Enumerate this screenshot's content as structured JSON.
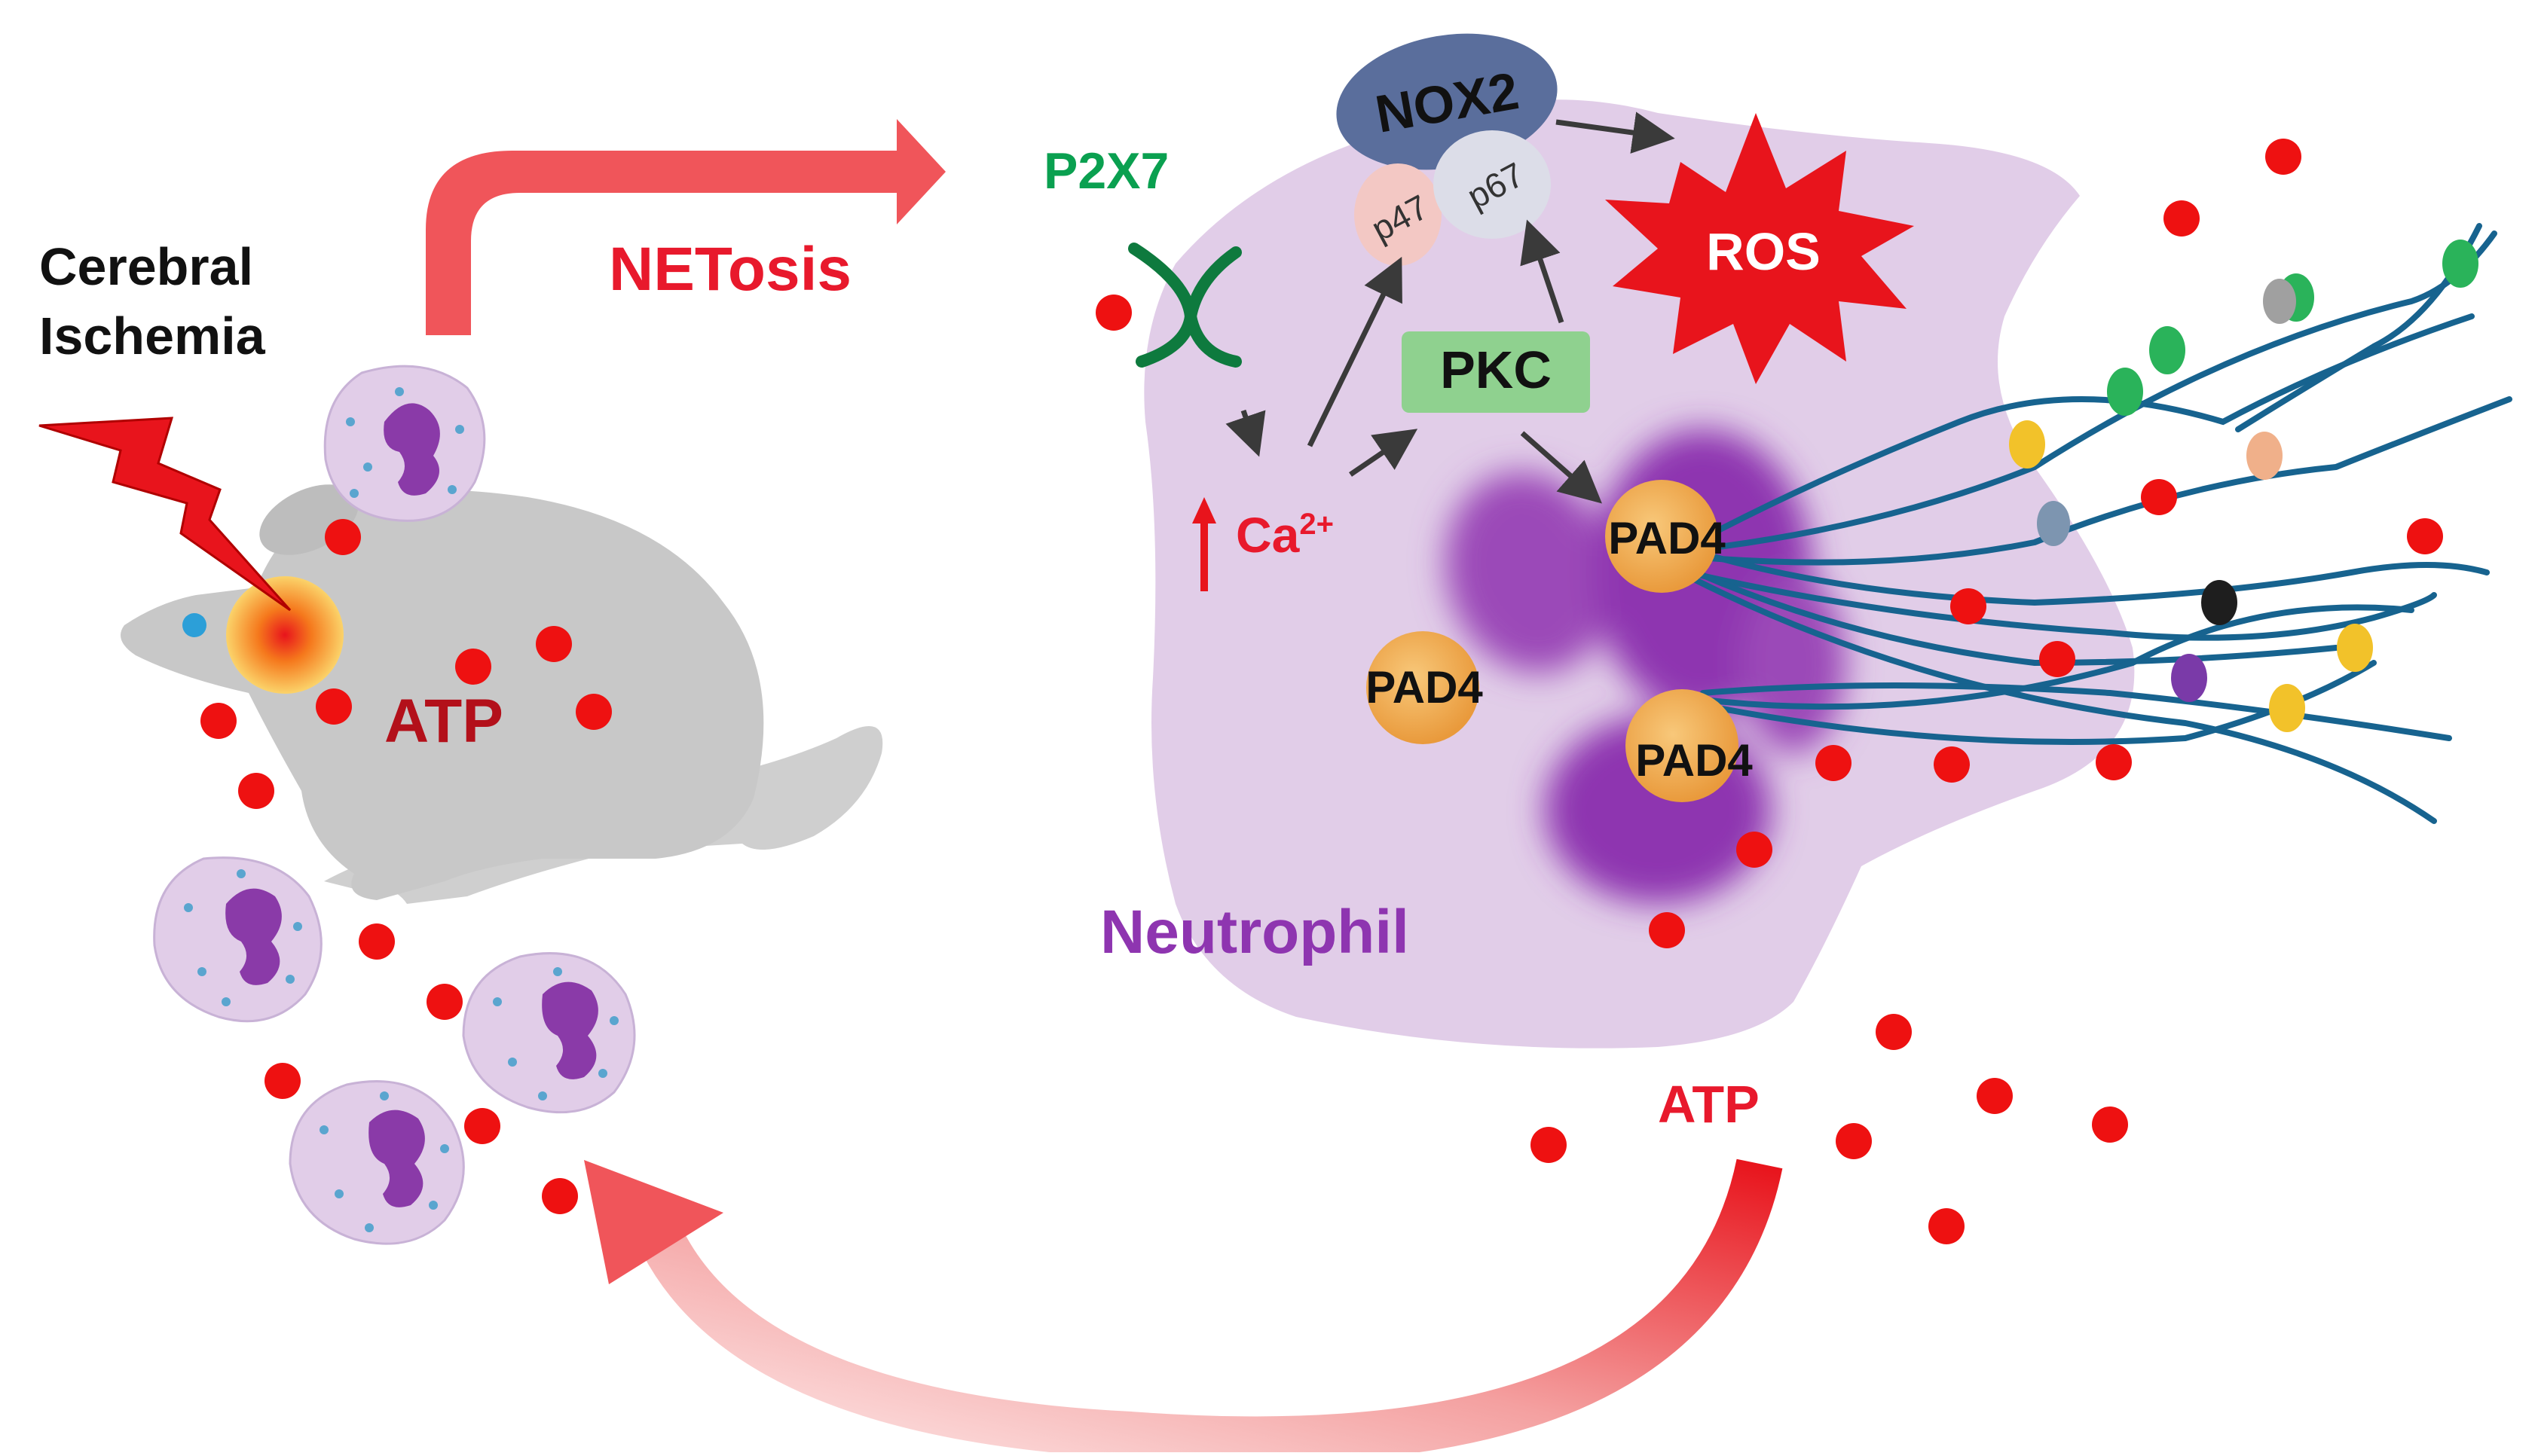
{
  "labels": {
    "cerebral_line1": "Cerebral",
    "cerebral_line2": "Ischemia",
    "net_prefix": "NET",
    "net_suffix": "osis",
    "atp_mouse": "ATP",
    "atp_bottom": "ATP",
    "p2x7": "P2X7",
    "nox2": "NOX2",
    "p47": "p47",
    "p67": "p67",
    "ros": "ROS",
    "pkc": "PKC",
    "ca_base": "Ca",
    "ca_sup": "2+",
    "pad4_top": "PAD4",
    "pad4_mid": "PAD4",
    "pad4_low": "PAD4",
    "neutrophil": "Neutrophil"
  },
  "colors": {
    "atp_dot": "#ee1111",
    "red_label": "#e8192c",
    "green_label": "#0aa050",
    "purple_label": "#8e35b0",
    "cell_fill": "#e1cde8",
    "mouse_gray": "#c8c8c8",
    "nox2": "#5a6e9c",
    "pkc": "#8fd18f",
    "pad4": "#f3b35c",
    "strand": "#17638f"
  }
}
